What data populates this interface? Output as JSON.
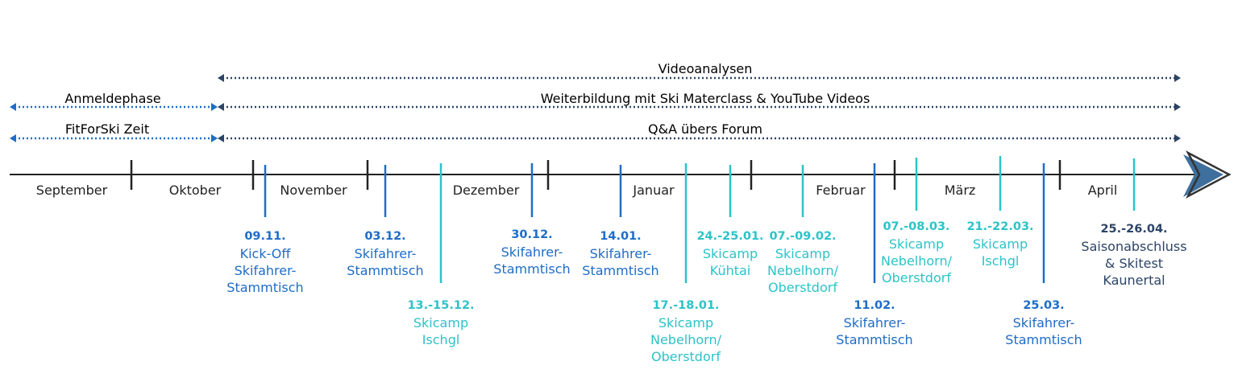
{
  "colors": {
    "blue": "#1f6cc7",
    "teal": "#2cc3c8",
    "dark": "#2d4466",
    "axis": "#222222",
    "arrow": "#3f6f9c",
    "span": "#2d4466"
  },
  "spans": [
    {
      "label": "Videoanalysen",
      "color": "span"
    },
    {
      "label": "Weiterbildung mit Ski Materclass & YouTube Videos",
      "color": "span"
    },
    {
      "label": "Q&A übers Forum",
      "color": "span"
    },
    {
      "label": "Anmeldephase",
      "color": "blue"
    },
    {
      "label": "FitForSki Zeit",
      "color": "blue"
    }
  ],
  "months": [
    "September",
    "Oktober",
    "November",
    "Dezember",
    "Januar",
    "Februar",
    "März",
    "April"
  ],
  "events": [
    {
      "date": "09.11.",
      "lines": [
        "Kick-Off",
        "Skifahrer-",
        "Stammtisch"
      ],
      "color": "blue"
    },
    {
      "date": "03.12.",
      "lines": [
        "Skifahrer-",
        "Stammtisch"
      ],
      "color": "blue"
    },
    {
      "date": "13.-15.12.",
      "lines": [
        "Skicamp",
        "Ischgl"
      ],
      "color": "teal"
    },
    {
      "date": "30.12.",
      "lines": [
        "Skifahrer-",
        "Stammtisch"
      ],
      "color": "blue"
    },
    {
      "date": "14.01.",
      "lines": [
        "Skifahrer-",
        "Stammtisch"
      ],
      "color": "blue"
    },
    {
      "date": "17.-18.01.",
      "lines": [
        "Skicamp",
        "Nebelhorn/",
        "Oberstdorf"
      ],
      "color": "teal"
    },
    {
      "date": "24.-25.01.",
      "lines": [
        "Skicamp",
        "Kühtai"
      ],
      "color": "teal"
    },
    {
      "date": "07.-09.02.",
      "lines": [
        "Skicamp",
        "Nebelhorn/",
        "Oberstdorf"
      ],
      "color": "teal"
    },
    {
      "date": "11.02.",
      "lines": [
        "Skifahrer-",
        "Stammtisch"
      ],
      "color": "blue"
    },
    {
      "date": "07.-08.03.",
      "lines": [
        "Skicamp",
        "Nebelhorn/",
        "Oberstdorf"
      ],
      "color": "teal"
    },
    {
      "date": "21.-22.03.",
      "lines": [
        "Skicamp",
        "Ischgl"
      ],
      "color": "teal"
    },
    {
      "date": "25.03.",
      "lines": [
        "Skifahrer-",
        "Stammtisch"
      ],
      "color": "blue"
    },
    {
      "date": "25.-26.04.",
      "lines": [
        "Saisonabschluss",
        "& Skitest",
        "Kaunertal"
      ],
      "color": "dark"
    }
  ]
}
